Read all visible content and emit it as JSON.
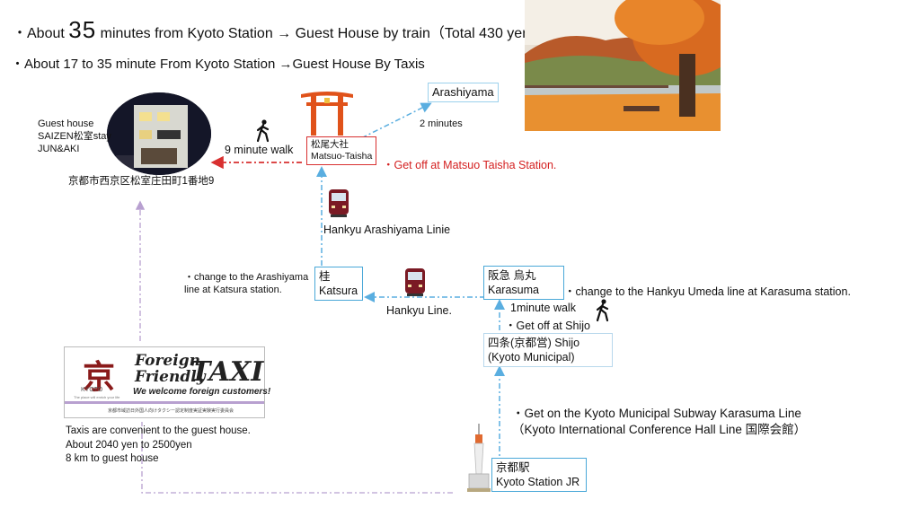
{
  "header": {
    "line1_prefix": "・About ",
    "line1_number": "35",
    "line1_suffix": " minutes from Kyoto Station → Guest House by train（Total 430 yen）",
    "line2": "・About 17 to 35 minute   From Kyoto Station →Guest House   By   Taxis"
  },
  "guest_house": {
    "label_lines": [
      "Guest house",
      "SAIZEN松室stay",
      "JUN&AKI"
    ],
    "address": "京都市西京区松室庄田町1番地9"
  },
  "walk_9": "9 minute walk",
  "matsuo": {
    "jp": "松尾大社",
    "en": "Matsuo-Taisha"
  },
  "get_off_matsuo": "・Get off at Matsuo Taisha Station.",
  "arashiyama": {
    "label": "Arashiyama",
    "minutes": "2 minutes"
  },
  "hankyu_arashiyama_line": "Hankyu Arashiyama Linie",
  "katsura": {
    "jp": "桂",
    "en": "Katsura"
  },
  "change_katsura": [
    "・change to the Arashiyama",
    "line at Katsura station."
  ],
  "hankyu_line": "Hankyu   Line.",
  "karasuma": {
    "jp": "阪急   烏丸",
    "en": "Karasuma"
  },
  "change_karasuma": "・change to the   Hankyu Umeda line  at Karasuma   station.",
  "walk_1": "1minute walk",
  "get_off_shijo": "・Get off at Shijo",
  "shijo": {
    "line1": "四条(京都営) Shijo",
    "line2": " (Kyoto Municipal)"
  },
  "subway": {
    "line1": "・Get on the Kyoto Municipal Subway Karasuma Line",
    "line2": "（Kyoto International Conference Hall    Line   国際会館）"
  },
  "kyoto_station": {
    "jp": "京都駅",
    "en": "Kyoto Station   JR"
  },
  "taxi_card": {
    "kanji": "京",
    "brand": "KYOTO",
    "tagline": "The place will enrich your life",
    "line_foreign": "Foreign",
    "line_friendly": "Friendly",
    "line_taxi": "TAXI",
    "welcome": "We welcome foreign customers!",
    "footer": "京都市域訪日外国人向けタクシー認定制度実証実験実行委員会"
  },
  "taxi_info": [
    "Taxis are convenient to the guest house.",
    "About  2040 yen to 2500yen",
    "8 km to guest house"
  ],
  "colors": {
    "route_blue": "#5aaee0",
    "route_red": "#d83030",
    "route_purple": "#b8a0d0",
    "box_blue": "#4aa8d8"
  },
  "icons": [
    "walking-person-icon",
    "train-icon",
    "torii-gate-icon",
    "kyoto-tower-icon"
  ]
}
